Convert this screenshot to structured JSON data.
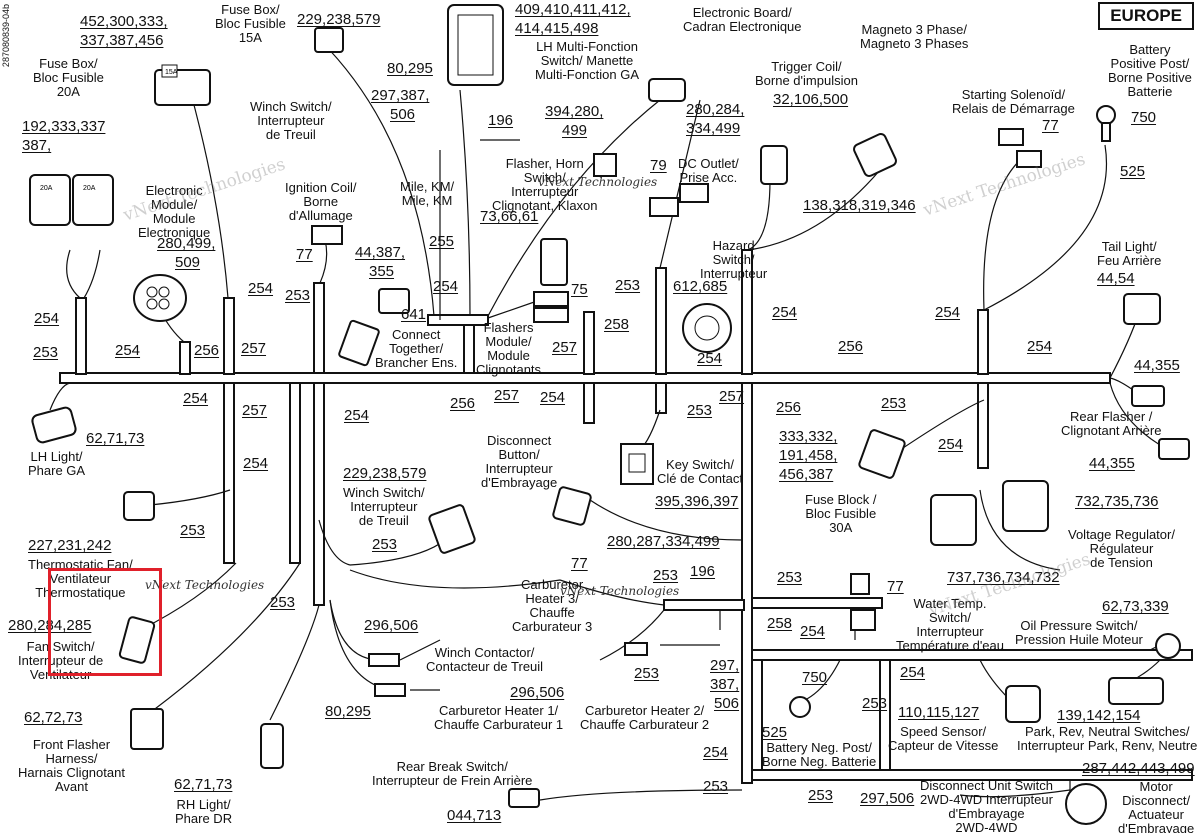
{
  "header": {
    "doc_id": "287080839-04b",
    "region": "EUROPE"
  },
  "labels": {
    "fuse_box_15a": "Fuse Box/\nBloc Fusible\n15A",
    "fuse_box_20a": "Fuse Box/\nBloc Fusible\n20A",
    "electronic_module": "Electronic\nModule/\nModule\nElectronique",
    "winch_switch_top": "Winch Switch/\nInterrupteur\nde Treuil",
    "mile_km": "Mile, KM/\nMile, KM",
    "lh_multifunction": "LH Multi-Fonction\nSwitch/ Manette\nMulti-Fonction GA",
    "electronic_board": "Electronic Board/\nCadran Electronique",
    "flasher_horn": "Flasher, Horn\nSwitch/\nInterrupteur\nClignotant, Klaxon",
    "dc_outlet": "DC Outlet/\nPrise Acc.",
    "trigger_coil": "Trigger Coil/\nBorne d'impulsion",
    "magneto": "Magneto 3 Phase/\nMagneto 3 Phases",
    "starting_solenoid": "Starting Solenoïd/\nRelais de Démarrage",
    "battery_positive": "Battery\nPositive Post/\nBorne Positive\nBatterie",
    "ignition_coil": "Ignition Coil/\nBorne\nd'Allumage",
    "hazard_switch": "Hazard\nSwitch/\nInterrupteur",
    "connect_together": "Connect\nTogether/\nBrancher Ens.",
    "flashers_module": "Flashers\nModule/\nModule\nClignotants",
    "tail_light": "Tail Light/\nFeu Arrière",
    "lh_light": "LH Light/\nPhare GA",
    "rear_flasher": "Rear Flasher /\nClignotant Arrière",
    "disconnect_button": "Disconnect\nButton/\nInterrupteur\nd'Embrayage",
    "key_switch": "Key Switch/\nClé de Contact",
    "fuse_block": "Fuse Block /\nBloc Fusible\n30A",
    "voltage_regulator": "Voltage Regulator/\nRégulateur\nde Tension",
    "winch_switch_mid": "Winch Switch/\nInterrupteur\nde Treuil",
    "thermostatic_fan": "Thermostatic Fan/\nVentilateur\nThermostatique",
    "fan_switch": "Fan Switch/\nInterrupteur de\nVentilateur",
    "carb_heater_3": "Carburetor\nHeater 3/\nChauffe\nCarburateur 3",
    "water_temp": "Water Temp.\nSwitch/\nInterrupteur\nTempérature d'eau",
    "oil_pressure": "Oil Pressure Switch/\nPression Huile Moteur",
    "winch_contactor": "Winch Contactor/\nContacteur de Treuil",
    "carb_heater_1": "Carburetor Heater 1/\nChauffe Carburateur 1",
    "carb_heater_2": "Carburetor Heater 2/\nChauffe Carburateur 2",
    "battery_neg": "Battery Neg. Post/\nBorne Neg. Batterie",
    "speed_sensor": "Speed Sensor/\nCapteur de Vitesse",
    "park_rev": "Park, Rev, Neutral Switches/\nInterrupteur Park, Renv, Neutre",
    "front_flasher": "Front Flasher\nHarness/\nHarnais Clignotant\nAvant",
    "rh_light": "RH Light/\nPhare DR",
    "rear_break": "Rear Break Switch/\nInterrupteur de Frein Arrière",
    "disconnect_unit": "Disconnect Unit Switch\n2WD-4WD Interrupteur\nd'Embrayage\n2WD-4WD",
    "motor_disconnect": "Motor\nDisconnect/\nActuateur\nd'Embrayage"
  },
  "codes": {
    "c_452": "452,300,333,",
    "c_337": "337,387,456",
    "c_192": "192,333,337",
    "c_387": "387,",
    "c_280_499": "280,499,",
    "c_509": "509",
    "c_229_top": "229,238,579",
    "c_80_295_top": "80,295",
    "c_297_387": "297,387,",
    "c_506_top": "506",
    "c_196_top": "196",
    "c_409": "409,410,411,412,",
    "c_414": "414,415,498",
    "c_394": "394,280,",
    "c_499": "499",
    "c_280_284": "280,284,",
    "c_334_499": "334,499",
    "c_79": "79",
    "c_73_66": "73,66,61",
    "c_32": "32,106,500",
    "c_138": "138,318,319,346",
    "c_77_sol": "77",
    "c_750_top": "750",
    "c_525_top": "525",
    "c_77_ign": "77",
    "c_44_387": "44,387,",
    "c_355": "355",
    "c_255": "255",
    "c_641": "641",
    "c_254_a": "254",
    "c_75": "75",
    "c_253_a": "253",
    "c_612": "612,685",
    "c_254_haz": "254",
    "c_258_a": "258",
    "c_44_54": "44,54",
    "c_254_left": "254",
    "c_254_b": "254",
    "c_253_left": "253",
    "c_254_c": "254",
    "c_256_a": "256",
    "c_257_a": "257",
    "c_253_b": "253",
    "c_257_b": "257",
    "c_254_d": "254",
    "c_256_b": "256",
    "c_254_e": "254",
    "c_254_f": "254",
    "c_256_mid": "256",
    "c_257_c": "257",
    "c_254_g": "254",
    "c_253_c": "253",
    "c_257_d": "257",
    "c_256_c": "256",
    "c_253_d": "253",
    "c_44_355_a": "44,355",
    "c_254_h": "254",
    "c_257_e": "257",
    "c_62_71_73": "62,71,73",
    "c_254_i": "254",
    "c_254_j": "254",
    "c_333_332": "333,332,",
    "c_191_458": "191,458,",
    "c_456_387": "456,387",
    "c_395": "395,396,397",
    "c_44_355_b": "44,355",
    "c_732_735": "732,735,736",
    "c_229_mid": "229,238,579",
    "c_253_e": "253",
    "c_227": "227,231,242",
    "c_253_f": "253",
    "c_280_287": "280,287,334,499",
    "c_77_carb": "77",
    "c_253_g": "253",
    "c_196_mid": "196",
    "c_737": "737,736,734,732",
    "c_253_h": "253",
    "c_77_water": "77",
    "c_280_284_285": "280,284,285",
    "c_296_506": "296,506",
    "c_258_b": "258",
    "c_254_k": "254",
    "c_62_73_339": "62,73,339",
    "c_253_i": "253",
    "c_297": "297,",
    "c_506": "506",
    "c_254_l": "254",
    "c_750_bot": "750",
    "c_253_j": "253",
    "c_62_72_73": "62,72,73",
    "c_80_295_bot": "80,295",
    "c_296_506_b": "296,506",
    "c_110": "110,115,127",
    "c_139": "139,142,154",
    "c_525_bot": "525",
    "c_254_m": "254",
    "c_62_71_73_b": "62,71,73",
    "c_253_k": "253",
    "c_287": "287,442,443,499",
    "c_044_713": "044,713",
    "c_253_l": "253",
    "c_297_506": "297,506"
  },
  "watermark": "vNext Technologies"
}
